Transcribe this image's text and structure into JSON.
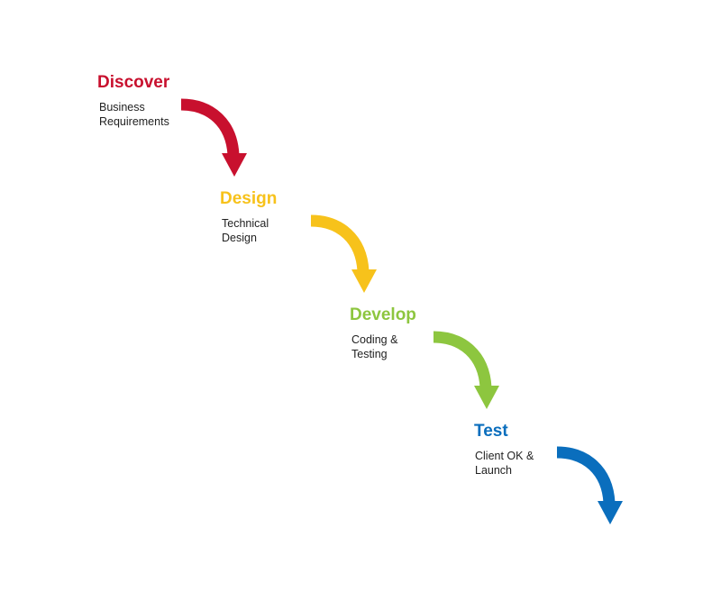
{
  "steps": [
    {
      "title": "Discover",
      "desc_line1": "Business",
      "desc_line2": "Requirements",
      "color": "#c8102e"
    },
    {
      "title": "Design",
      "desc_line1": "Technical",
      "desc_line2": "Design",
      "color": "#f7c21b"
    },
    {
      "title": "Develop",
      "desc_line1": "Coding &",
      "desc_line2": "Testing",
      "color": "#8dc63f"
    },
    {
      "title": "Test",
      "desc_line1": "Client OK &",
      "desc_line2": "Launch",
      "color": "#0a6ebd"
    }
  ],
  "icons": [
    "curved-arrow-down-icon"
  ]
}
